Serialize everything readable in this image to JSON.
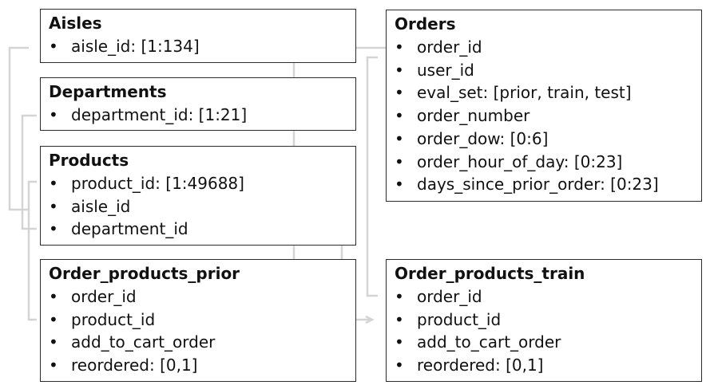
{
  "tables": {
    "aisles": {
      "title": "Aisles",
      "fields": [
        "aisle_id: [1:134]"
      ]
    },
    "departments": {
      "title": "Departments",
      "fields": [
        "department_id: [1:21]"
      ]
    },
    "products": {
      "title": "Products",
      "fields": [
        "product_id: [1:49688]",
        "aisle_id",
        "department_id"
      ]
    },
    "order_products_prior": {
      "title": "Order_products_prior",
      "fields": [
        "order_id",
        "product_id",
        "add_to_cart_order",
        "reordered: [0,1]"
      ]
    },
    "orders": {
      "title": "Orders",
      "fields": [
        "order_id",
        "user_id",
        "eval_set: [prior, train, test]",
        "order_number",
        "order_dow: [0:6]",
        "order_hour_of_day: [0:23]",
        "days_since_prior_order: [0:23]"
      ]
    },
    "order_products_train": {
      "title": "Order_products_train",
      "fields": [
        "order_id",
        "product_id",
        "add_to_cart_order",
        "reordered: [0,1]"
      ]
    }
  },
  "colors": {
    "box_border": "#2b2b2b",
    "connector": "#d4d4d4",
    "background": "#ffffff"
  }
}
